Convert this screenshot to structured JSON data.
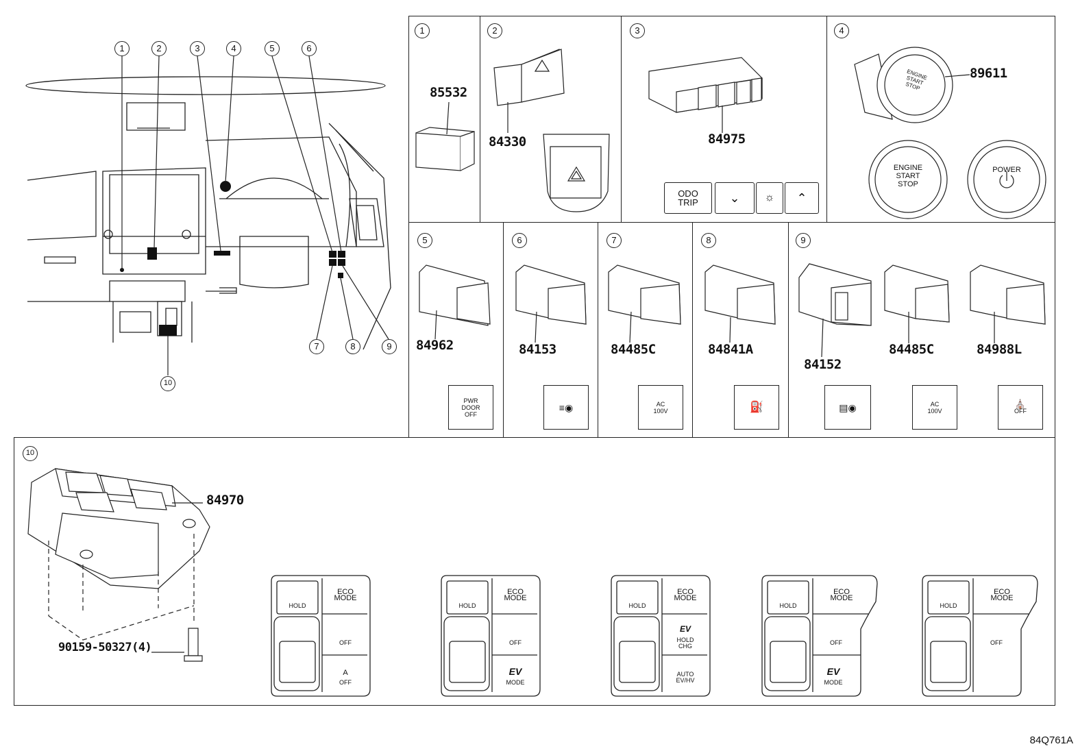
{
  "overview": {
    "callouts": [
      "1",
      "2",
      "3",
      "4",
      "5",
      "6",
      "7",
      "8",
      "9",
      "10"
    ]
  },
  "panels": [
    {
      "num": "1",
      "part": "85532"
    },
    {
      "num": "2",
      "part": "84330"
    },
    {
      "num": "3",
      "part": "84975",
      "buttons": [
        "ODO\nTRIP",
        "⌄",
        "dim",
        "^"
      ]
    },
    {
      "num": "4",
      "part": "89611",
      "knob1": "ENGINE\nSTART\nSTOP",
      "knob2": "POWER",
      "knob_small": "ENGINE\nSTART\nSTOP"
    },
    {
      "num": "5",
      "part": "84962",
      "switch_label": "PWR\nDOOR\nOFF"
    },
    {
      "num": "6",
      "part": "84153"
    },
    {
      "num": "7",
      "part": "84485C",
      "switch_label": "AC\n100V"
    },
    {
      "num": "8",
      "part": "84841A"
    },
    {
      "num": "9",
      "parts": [
        "84152",
        "84485C",
        "84988L"
      ],
      "switch_label": "AC\n100V",
      "off_label": "OFF"
    }
  ],
  "bottom": {
    "num": "10",
    "part": "84970",
    "bolt": "90159-50327(4)",
    "consoles": [
      {
        "tl": "HOLD",
        "tr": "ECO\nMODE",
        "mr": "OFF",
        "br": "OFF",
        "br_icon": "A"
      },
      {
        "tl": "HOLD",
        "tr": "ECO\nMODE",
        "mr": "OFF",
        "br": "MODE",
        "br_icon": "EV"
      },
      {
        "tl": "HOLD",
        "tr": "ECO\nMODE",
        "mr": "HOLD\nCHG",
        "br": "AUTO\nEV/HV",
        "mr_icon": "EV"
      },
      {
        "tl": "HOLD",
        "tr": "ECO\nMODE",
        "mr": "OFF",
        "br": "MODE",
        "br_icon": "EV"
      },
      {
        "tl": "HOLD",
        "tr": "ECO\nMODE",
        "mr": "OFF"
      }
    ]
  },
  "diagram_code": "84Q761A"
}
